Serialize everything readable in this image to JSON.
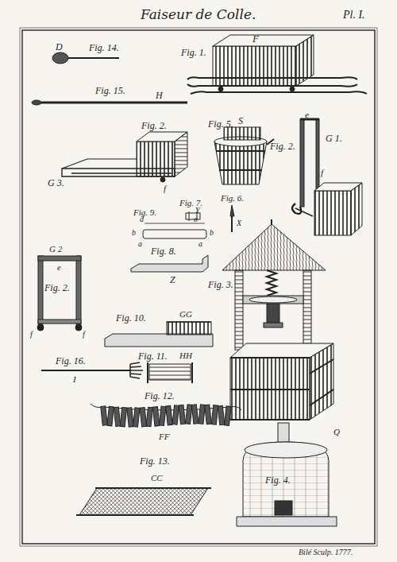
{
  "diagram": {
    "title": "Faiseur de Colle.",
    "labels": [
      "Pl. I.",
      "D",
      "Fig. 14.",
      "F",
      "Fig. 1.",
      "Fig. 15.",
      "H",
      "S",
      "Fig. 2.",
      "Fig. 5.",
      "e",
      "G 1.",
      "Fig. 2.",
      "f",
      "G 3.",
      "f",
      "Fig. 7.",
      "Y",
      "Fig. 6.",
      "X",
      "Fig. 9.",
      "d",
      "e",
      "b",
      "b",
      "a",
      "a",
      "Fig. 8.",
      "Z",
      "Fig. 3.",
      "G 2",
      "Fig. 2.",
      "e",
      "f",
      "f",
      "Fig. 10.",
      "GG",
      "Fig. 11.",
      "HH",
      "Fig. 16.",
      "I",
      "Fig. 12.",
      "FF",
      "Q",
      "Fig. 4.",
      "Fig. 13.",
      "CC",
      "Bilé Sculp. 1777."
    ]
  }
}
